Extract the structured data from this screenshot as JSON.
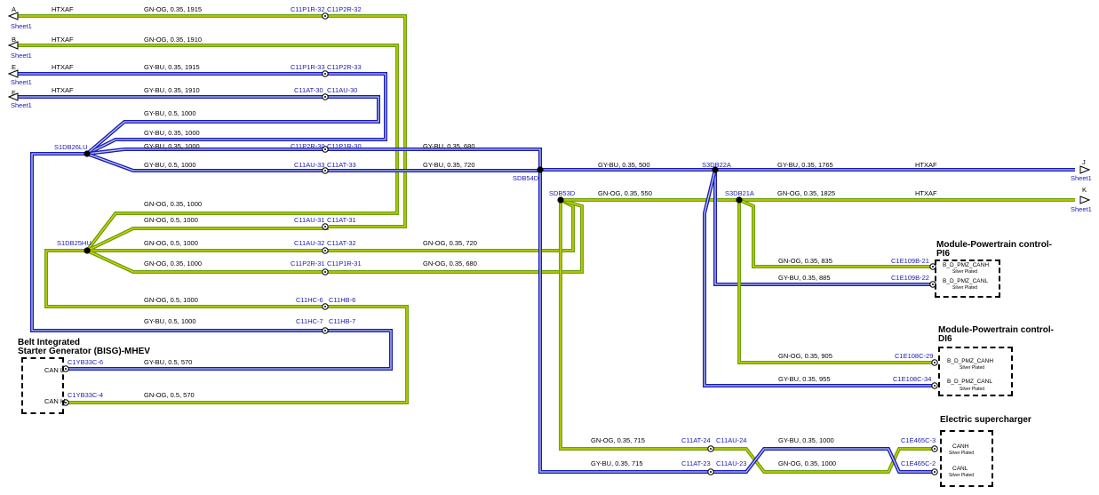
{
  "offsheet": [
    {
      "letter": "A",
      "sheet": "Sheet1",
      "code": "HTXAF",
      "wire": "GN-OG, 0.35, 1915",
      "conn": "C11P1R-32",
      "conn2": "C11P2R-32"
    },
    {
      "letter": "B",
      "sheet": "Sheet1",
      "code": "HTXAF",
      "wire": "GN-OG, 0.35, 1910"
    },
    {
      "letter": "E",
      "sheet": "Sheet1",
      "code": "HTXAF",
      "wire": "GY-BU, 0.35, 1915",
      "conn": "C11P1R-33",
      "conn2": "C11P2R-33"
    },
    {
      "letter": "F",
      "sheet": "Sheet1",
      "code": "HTXAF",
      "wire": "GY-BU, 0.35, 1910",
      "conn": "C11AT-30",
      "conn2": "C11AU-30"
    }
  ],
  "wires_left": [
    {
      "wire": "GY-BU, 0.5, 1000"
    },
    {
      "wire": "GY-BU, 0.35, 1000"
    },
    {
      "wire": "GY-BU, 0.35, 1000",
      "conn": "C11P2R-30",
      "conn2": "C11P1R-30",
      "wire2": "GY-BU, 0.35, 680"
    },
    {
      "wire": "GY-BU, 0.5, 1000",
      "conn": "C11AU-33",
      "conn2": "C11AT-33",
      "wire2": "GY-BU, 0.35, 720"
    },
    {
      "wire": "GN-OG, 0.35, 1000"
    },
    {
      "wire": "GN-OG, 0.5, 1000",
      "conn": "C11AU-31",
      "conn2": "C11AT-31"
    },
    {
      "wire": "GN-OG, 0.5, 1000",
      "conn": "C11AU-32",
      "conn2": "C11AT-32",
      "wire2": "GN-OG, 0.35, 720"
    },
    {
      "wire": "GN-OG, 0.35, 1000",
      "conn": "C11P2R-31",
      "conn2": "C11P1R-31",
      "wire2": "GN-OG, 0.35, 680"
    },
    {
      "wire": "GN-OG, 0.5, 1000",
      "conn": "C11HC-6",
      "conn2": "C11HB-6"
    },
    {
      "wire": "GY-BU, 0.5, 1000",
      "conn": "C11HC-7",
      "conn2": "C11HB-7"
    }
  ],
  "splices": {
    "s1": "S1DB26LU",
    "s2": "S1DB25HU",
    "s3": "SDB54D",
    "s4": "SDB53D",
    "s5": "S3DB22A",
    "s6": "S3DB21A"
  },
  "bisg": {
    "title1": "Belt Integrated",
    "title2": "Starter Generator (BISG)-MHEV",
    "canl": "CAN L",
    "canh": "CAN H",
    "c1": "C1YB33C-6",
    "c2": "C1YB33C-4",
    "w1": "GY-BU, 0.5, 570",
    "w2": "GN-OG, 0.5, 570"
  },
  "right_wires": {
    "j_wire": "GY-BU, 0.35, 500",
    "j_wire2": "GY-BU, 0.35, 1765",
    "j_code": "HTXAF",
    "j_letter": "J",
    "j_sheet": "Sheet1",
    "k_wire": "GN-OG, 0.35, 550",
    "k_wire2": "GN-OG, 0.35, 1825",
    "k_code": "HTXAF",
    "k_letter": "K",
    "k_sheet": "Sheet1"
  },
  "pi6": {
    "title1": "Module-Powertrain control-",
    "title2": "PI6",
    "w1": "GN-OG, 0.35, 835",
    "w2": "GY-BU, 0.35, 885",
    "c1": "C1E109B-21",
    "c2": "C1E109B-22",
    "p1": "B_D_PMZ_CANH",
    "p2": "B_D_PMZ_CANL",
    "plated": "Silver Plated"
  },
  "di6": {
    "title1": "Module-Powertrain control-",
    "title2": "DI6",
    "w1": "GN-OG, 0.35, 905",
    "w2": "GY-BU, 0.35, 955",
    "c1": "C1E108C-29",
    "c2": "C1E108C-34",
    "p1": "B_D_PMZ_CANH",
    "p2": "B_D_PMZ_CANL",
    "plated": "Silver Plated"
  },
  "esc": {
    "title": "Electric supercharger",
    "w1": "GN-OG, 0.35, 715",
    "w2": "GY-BU, 0.35, 715",
    "w3": "GY-BU, 0.35, 1000",
    "w4": "GN-OG, 0.35, 1000",
    "ca": "C11AT-24",
    "cb": "C11AU-24",
    "cc": "C11AT-23",
    "cd": "C11AU-23",
    "ce": "C1E465C-3",
    "cf": "C1E465C-2",
    "p1": "CANH",
    "p2": "CANL",
    "plated": "Silver Plated"
  },
  "colors": {
    "blue": "#1a1ab3",
    "green": "#6aa011",
    "yellow": "#d6d600",
    "text_blue": "#1a1ab3"
  }
}
